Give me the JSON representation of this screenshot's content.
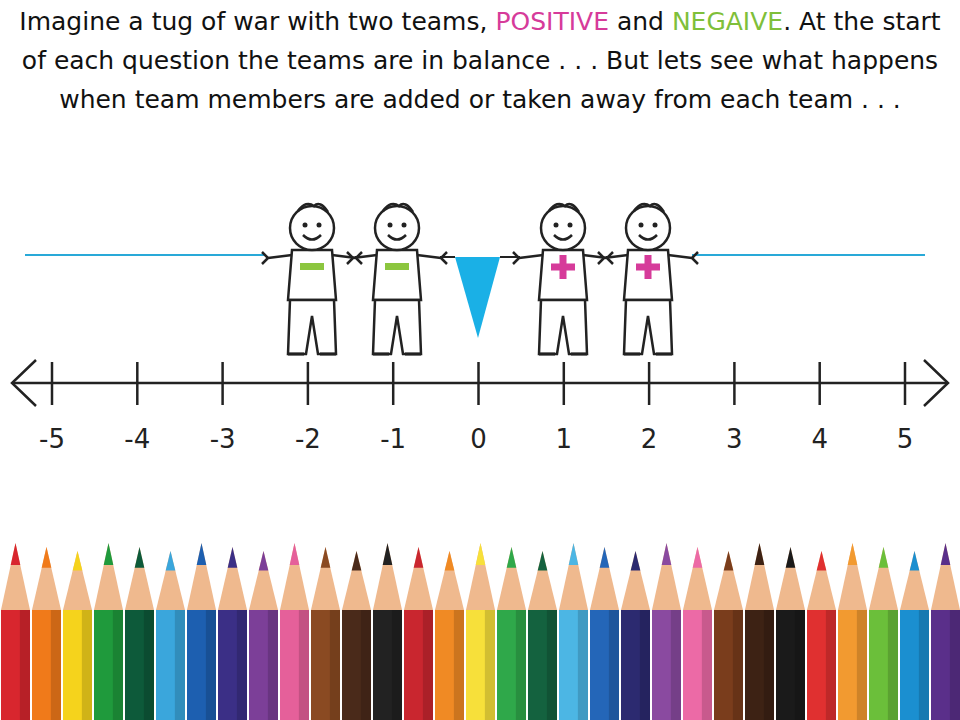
{
  "diagram": {
    "labels": [
      "Imagine a tug of war with two teams,",
      "POSITIVE",
      "and",
      "NEGAIVE",
      ". At the start of each question the teams are in balance . . . But lets see what happens when team members are added or taken away from each team . . .",
      "-5",
      "-4",
      "-3",
      "-2",
      "-1",
      "0",
      "1",
      "2",
      "3",
      "4",
      "5"
    ]
  }
}
